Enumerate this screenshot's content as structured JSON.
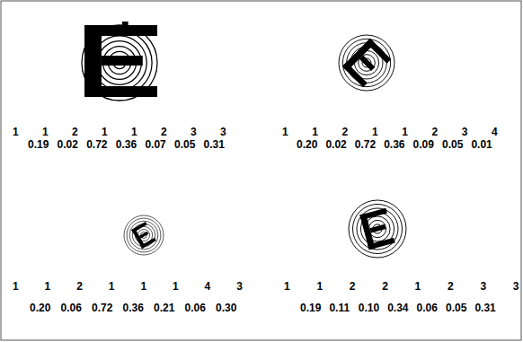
{
  "diagram": {
    "labels": [
      "1",
      "1",
      "2",
      "1",
      "1",
      "2",
      "3",
      "3",
      "0.19",
      "0.02",
      "0.72",
      "0.36",
      "0.07",
      "0.05",
      "0.31",
      "1",
      "1",
      "2",
      "1",
      "1",
      "2",
      "3",
      "4",
      "0.20",
      "0.02",
      "0.72",
      "0.36",
      "0.09",
      "0.05",
      "0.01",
      "1",
      "1",
      "2",
      "1",
      "1",
      "1",
      "4",
      "3",
      "0.20",
      "0.06",
      "0.72",
      "0.36",
      "0.21",
      "0.06",
      "0.30",
      "1",
      "1",
      "2",
      "2",
      "1",
      "2",
      "3",
      "3",
      "0.19",
      "0.11",
      "0.10",
      "0.34",
      "0.06",
      "0.05",
      "0.31"
    ]
  }
}
